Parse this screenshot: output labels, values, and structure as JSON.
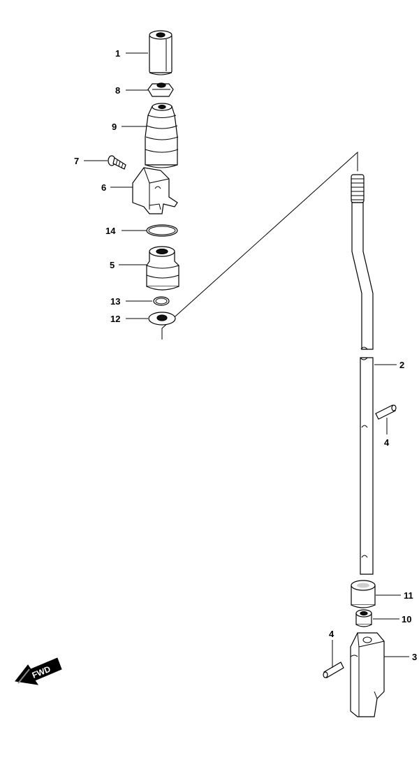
{
  "callouts": [
    {
      "id": "1",
      "label": "1"
    },
    {
      "id": "8",
      "label": "8"
    },
    {
      "id": "9",
      "label": "9"
    },
    {
      "id": "7",
      "label": "7"
    },
    {
      "id": "6",
      "label": "6"
    },
    {
      "id": "14",
      "label": "14"
    },
    {
      "id": "5",
      "label": "5"
    },
    {
      "id": "13",
      "label": "13"
    },
    {
      "id": "12",
      "label": "12"
    },
    {
      "id": "2",
      "label": "2"
    },
    {
      "id": "4a",
      "label": "4"
    },
    {
      "id": "11",
      "label": "11"
    },
    {
      "id": "10",
      "label": "10"
    },
    {
      "id": "4b",
      "label": "4"
    },
    {
      "id": "3",
      "label": "3"
    }
  ],
  "fwd_arrow": {
    "label": "FWD",
    "icon": "fwd-arrow-icon"
  }
}
